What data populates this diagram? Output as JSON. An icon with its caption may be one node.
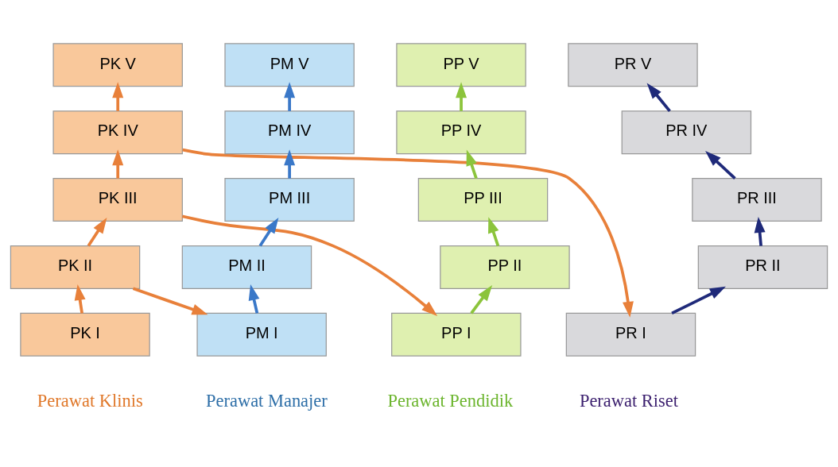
{
  "diagram": {
    "nodes": [
      {
        "text": [
          "PK V"
        ]
      },
      {
        "text": [
          "PK IV"
        ]
      },
      {
        "text": [
          "PK III"
        ]
      },
      {
        "text": [
          "PK II"
        ]
      },
      {
        "text": [
          "PK I"
        ]
      },
      {
        "text": [
          "PM V"
        ]
      },
      {
        "text": [
          "PM IV"
        ]
      },
      {
        "text": [
          "PM III"
        ]
      },
      {
        "text": [
          "PM II"
        ]
      },
      {
        "text": [
          "PM I"
        ]
      },
      {
        "text": [
          "PP V"
        ]
      },
      {
        "text": [
          "PP IV"
        ]
      },
      {
        "text": [
          "PP III"
        ]
      },
      {
        "text": [
          "PP II"
        ]
      },
      {
        "text": [
          "PP I"
        ]
      },
      {
        "text": [
          "PR V"
        ]
      },
      {
        "text": [
          "PR IV"
        ]
      },
      {
        "text": [
          "PR III"
        ]
      },
      {
        "text": [
          "PR II"
        ]
      },
      {
        "text": [
          "PR I"
        ]
      }
    ],
    "edges": [
      {
        "from": 4,
        "to": 3,
        "arrow": "to"
      },
      {
        "from": 3,
        "to": 2,
        "arrow": "to"
      },
      {
        "from": 2,
        "to": 1,
        "arrow": "to"
      },
      {
        "from": 1,
        "to": 0,
        "arrow": "to"
      },
      {
        "from": 9,
        "to": 8,
        "arrow": "to",
        "color": "#3a78c8"
      },
      {
        "from": 8,
        "to": 7,
        "arrow": "to",
        "color": "#3a78c8"
      },
      {
        "from": 7,
        "to": 6,
        "arrow": "to",
        "color": "#3a78c8"
      },
      {
        "from": 6,
        "to": 5,
        "arrow": "to",
        "color": "#3a78c8"
      },
      {
        "from": 14,
        "to": 13,
        "arrow": "to",
        "color": "#8cc43c"
      },
      {
        "from": 13,
        "to": 12,
        "arrow": "to",
        "color": "#8cc43c"
      },
      {
        "from": 12,
        "to": 11,
        "arrow": "to",
        "color": "#8cc43c"
      },
      {
        "from": 11,
        "to": 10,
        "arrow": "to",
        "color": "#8cc43c"
      },
      {
        "from": 19,
        "to": 18,
        "arrow": "to",
        "color": "#1f2a7a"
      },
      {
        "from": 18,
        "to": 17,
        "arrow": "to",
        "color": "#1f2a7a"
      },
      {
        "from": 17,
        "to": 16,
        "arrow": "to",
        "color": "#1f2a7a"
      },
      {
        "from": 16,
        "to": 15,
        "arrow": "to",
        "color": "#1f2a7a"
      },
      {
        "from": 3,
        "to": 9,
        "arrow": "to"
      },
      {
        "from": 2,
        "to": 14,
        "arrow": "to"
      },
      {
        "from": 1,
        "to": 19,
        "arrow": "to"
      }
    ],
    "labels": [
      "Perawat Klinis",
      "Perawat Manajer",
      "Perawat Pendidik",
      "Perawat Riset"
    ]
  }
}
